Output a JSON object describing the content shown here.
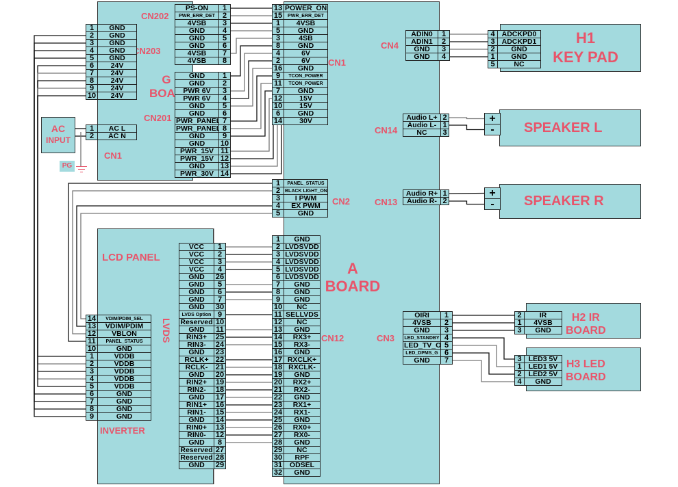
{
  "boards": {
    "g_board": {
      "title_line1": "G",
      "title_line2": "BOARD"
    },
    "a_board": {
      "title_line1": "A",
      "title_line2": "BOARD"
    },
    "lcd_panel": {
      "title": "LCD PANEL",
      "lvds_label": "LVDS",
      "inverter_label": "INVERTER"
    },
    "ac_input": {
      "line1": "AC",
      "line2": "INPUT",
      "pg_label": "PG"
    },
    "h1": {
      "line1": "H1",
      "line2": "KEY PAD"
    },
    "speaker_l": {
      "title": "SPEAKER L"
    },
    "speaker_r": {
      "title": "SPEAKER R"
    },
    "h2": {
      "line1": "H2 IR",
      "line2": "BOARD"
    },
    "h3": {
      "line1": "H3 LED",
      "line2": "BOARD"
    }
  },
  "connector_labels": {
    "cn202": "CN202",
    "cn203": "CN203",
    "cn201": "CN201",
    "cn1_g": "CN1",
    "cn1_a": "CN1",
    "cn2": "CN2",
    "cn12": "CN12",
    "cn4": "CN4",
    "cn14": "CN14",
    "cn13": "CN13",
    "cn3": "CN3"
  },
  "connectors": {
    "cn202": [
      [
        "PS-ON",
        "1"
      ],
      [
        "PWR_ERR_DET",
        "2"
      ],
      [
        "4VSB",
        "3"
      ],
      [
        "GND",
        "4"
      ],
      [
        "GND",
        "5"
      ],
      [
        "GND",
        "6"
      ],
      [
        "4VSB",
        "7"
      ],
      [
        "4VSB",
        "8"
      ]
    ],
    "cn203": [
      [
        "1",
        "GND"
      ],
      [
        "2",
        "GND"
      ],
      [
        "3",
        "GND"
      ],
      [
        "4",
        "GND"
      ],
      [
        "5",
        "GND"
      ],
      [
        "6",
        "24V"
      ],
      [
        "7",
        "24V"
      ],
      [
        "8",
        "24V"
      ],
      [
        "9",
        "24V"
      ],
      [
        "10",
        "24V"
      ]
    ],
    "cn201": [
      [
        "GND",
        "1"
      ],
      [
        "GND",
        "2"
      ],
      [
        "PWR  6V",
        "3"
      ],
      [
        "PWR  6V",
        "4"
      ],
      [
        "GND",
        "5"
      ],
      [
        "GND",
        "6"
      ],
      [
        "PWR_PANEL",
        "7"
      ],
      [
        "PWR_PANEL",
        "8"
      ],
      [
        "GND",
        "9"
      ],
      [
        "GND",
        "10"
      ],
      [
        "PWR_15V",
        "11"
      ],
      [
        "PWR_15V",
        "12"
      ],
      [
        "GND",
        "13"
      ],
      [
        "PWR_30V",
        "14"
      ]
    ],
    "cn1_g": [
      [
        "1",
        "AC L"
      ],
      [
        "2",
        "AC N"
      ]
    ],
    "cn1_a": [
      [
        "13",
        "POWER_ON"
      ],
      [
        "15",
        "PWR_ERR_DET"
      ],
      [
        "1",
        "4VSB"
      ],
      [
        "5",
        "GND"
      ],
      [
        "3",
        "4SB"
      ],
      [
        "8",
        "GND"
      ],
      [
        "4",
        "6V"
      ],
      [
        "2",
        "6V"
      ],
      [
        "16",
        "GND"
      ],
      [
        "9",
        "TCON_POWER"
      ],
      [
        "11",
        "TCON_POWER"
      ],
      [
        "7",
        "GND"
      ],
      [
        "12",
        "15V"
      ],
      [
        "10",
        "15V"
      ],
      [
        "6",
        "GND"
      ],
      [
        "14",
        "30V"
      ]
    ],
    "cn2": [
      [
        "1",
        "PANEL_STATUS"
      ],
      [
        "2",
        "BLACK LIGHT_ON"
      ],
      [
        "3",
        "I  PWM"
      ],
      [
        "4",
        "EX  PWM"
      ],
      [
        "5",
        "GND"
      ]
    ],
    "lvds": [
      [
        "VCC",
        "1"
      ],
      [
        "VCC",
        "2"
      ],
      [
        "VCC",
        "3"
      ],
      [
        "VCC",
        "4"
      ],
      [
        "GND",
        "26"
      ],
      [
        "GND",
        "5"
      ],
      [
        "GND",
        "6"
      ],
      [
        "GND",
        "7"
      ],
      [
        "GND",
        "30"
      ],
      [
        "LVDS Option",
        "9"
      ],
      [
        "Reserved",
        "10"
      ],
      [
        "GND",
        "11"
      ],
      [
        "RIN3+",
        "25"
      ],
      [
        "RIN3-",
        "24"
      ],
      [
        "GND",
        "23"
      ],
      [
        "RCLK+",
        "22"
      ],
      [
        "RCLK-",
        "21"
      ],
      [
        "GND",
        "20"
      ],
      [
        "RIN2+",
        "19"
      ],
      [
        "RIN2-",
        "18"
      ],
      [
        "GND",
        "17"
      ],
      [
        "RIN1+",
        "16"
      ],
      [
        "RIN1-",
        "15"
      ],
      [
        "GND",
        "14"
      ],
      [
        "RIN0+",
        "13"
      ],
      [
        "RIN0-",
        "12"
      ],
      [
        "GND",
        "8"
      ],
      [
        "Reserved",
        "27"
      ],
      [
        "Reserved",
        "28"
      ],
      [
        "GND",
        "29"
      ]
    ],
    "cn12": [
      [
        "1",
        "GND"
      ],
      [
        "2",
        "LVDSVDD"
      ],
      [
        "3",
        "LVDSVDD"
      ],
      [
        "4",
        "LVDSVDD"
      ],
      [
        "5",
        "LVDSVDD"
      ],
      [
        "6",
        "LVDSVDD"
      ],
      [
        "7",
        "GND"
      ],
      [
        "8",
        "GND"
      ],
      [
        "9",
        "GND"
      ],
      [
        "10",
        "NC"
      ],
      [
        "11",
        "SELLVDS"
      ],
      [
        "12",
        "NC"
      ],
      [
        "13",
        "GND"
      ],
      [
        "14",
        "RX3+"
      ],
      [
        "15",
        "RX3-"
      ],
      [
        "16",
        "GND"
      ],
      [
        "17",
        "RXCLK+"
      ],
      [
        "18",
        "RXCLK-"
      ],
      [
        "19",
        "GND"
      ],
      [
        "20",
        "RX2+"
      ],
      [
        "21",
        "RX2-"
      ],
      [
        "22",
        "GND"
      ],
      [
        "23",
        "RX1+"
      ],
      [
        "24",
        "RX1-"
      ],
      [
        "25",
        "GND"
      ],
      [
        "26",
        "RX0+"
      ],
      [
        "27",
        "RX0-"
      ],
      [
        "28",
        "GND"
      ],
      [
        "29",
        "NC"
      ],
      [
        "30",
        "RPF"
      ],
      [
        "31",
        "ODSEL"
      ],
      [
        "32",
        "GND"
      ]
    ],
    "inverter": [
      [
        "14",
        "VDIM/PDIM_SEL"
      ],
      [
        "13",
        "VDIM/PDIM"
      ],
      [
        "12",
        "VBLON"
      ],
      [
        "11",
        "PANEL_STATUS"
      ],
      [
        "10",
        "GND"
      ],
      [
        "1",
        "VDDB"
      ],
      [
        "2",
        "VDDB"
      ],
      [
        "3",
        "VDDB"
      ],
      [
        "4",
        "VDDB"
      ],
      [
        "5",
        "VDDB"
      ],
      [
        "6",
        "GND"
      ],
      [
        "7",
        "GND"
      ],
      [
        "8",
        "GND"
      ],
      [
        "9",
        "GND"
      ]
    ],
    "cn4": [
      [
        "ADIN0",
        "1"
      ],
      [
        "ADIN1",
        "2"
      ],
      [
        "GND",
        "3"
      ],
      [
        "GND",
        "4"
      ]
    ],
    "h1": [
      [
        "4",
        "ADCKPD0"
      ],
      [
        "3",
        "ADCKPD1"
      ],
      [
        "2",
        "GND"
      ],
      [
        "1",
        "GND"
      ],
      [
        "5",
        "NC"
      ]
    ],
    "cn14": [
      [
        "Audio L+",
        "2"
      ],
      [
        "Audio L-",
        "1"
      ],
      [
        "NC",
        "3"
      ]
    ],
    "cn13": [
      [
        "Audio R+",
        "1"
      ],
      [
        "Audio R-",
        "2"
      ]
    ],
    "spk_l": [
      [
        "+"
      ],
      [
        "-"
      ]
    ],
    "spk_r": [
      [
        "+"
      ],
      [
        "-"
      ]
    ],
    "cn3": [
      [
        "OIRI",
        "1"
      ],
      [
        "4VSB",
        "2"
      ],
      [
        "GND",
        "3"
      ],
      [
        "LED_STANDBY",
        "4"
      ],
      [
        "LED_TV_ON",
        "5"
      ],
      [
        "LED_DPMS_G",
        "6"
      ],
      [
        "GND",
        "7"
      ]
    ],
    "h2": [
      [
        "2",
        "IR"
      ],
      [
        "1",
        "4VSB"
      ],
      [
        "3",
        "GND"
      ]
    ],
    "h3": [
      [
        "3",
        "LED3  5V"
      ],
      [
        "1",
        "LED1  5V"
      ],
      [
        "2",
        "LED2  5V"
      ],
      [
        "4",
        "GND"
      ]
    ]
  }
}
